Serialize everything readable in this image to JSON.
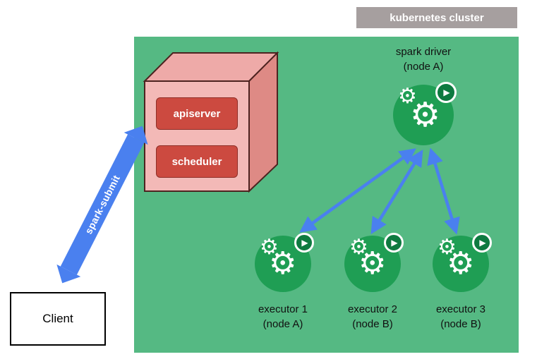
{
  "cluster_label": "kubernetes cluster",
  "client_label": "Client",
  "spark_submit_label": "spark-submit",
  "control_plane": {
    "apiserver": "apiserver",
    "scheduler": "scheduler"
  },
  "driver": {
    "line1": "spark driver",
    "line2": "(node A)"
  },
  "executors": [
    {
      "line1": "executor 1",
      "line2": "(node A)"
    },
    {
      "line1": "executor 2",
      "line2": "(node B)"
    },
    {
      "line1": "executor 3",
      "line2": "(node B)"
    }
  ],
  "icons": {
    "gear": "⚙",
    "play": "▶"
  },
  "colors": {
    "cluster_green": "#55b983",
    "label_gray": "#a69f9f",
    "cube_front_pink": "#f3b9b7",
    "cube_side_pink": "#de8a85",
    "control_box_red": "#cc4a40",
    "pod_green": "#1f9e54",
    "arrow_blue": "#4a80ef"
  }
}
